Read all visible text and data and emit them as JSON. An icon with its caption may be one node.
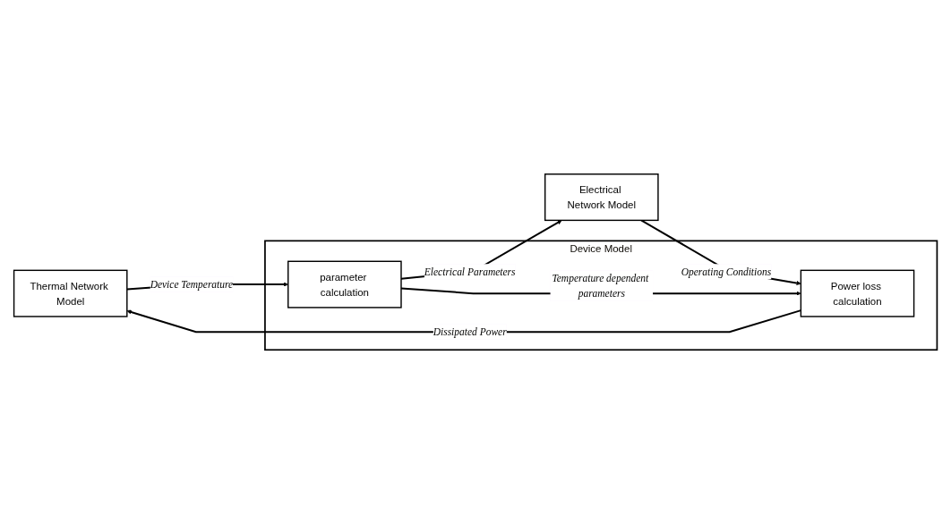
{
  "diagram": {
    "nodes": [
      {
        "text": [
          "Thermal Network Model"
        ]
      },
      {
        "text": [
          "Device Model"
        ]
      },
      {
        "text": [
          "parameter calculation"
        ],
        "in": 1
      },
      {
        "text": [
          "Power loss calculation"
        ],
        "in": 1
      },
      {
        "text": [
          "Electrical Network Model"
        ]
      }
    ],
    "edges": [
      {
        "from": 0,
        "to": 2,
        "arrow": "to",
        "label": "Device Temperature"
      },
      {
        "from": 2,
        "to": 4,
        "arrow": "to",
        "label": "Electrical Parameters"
      },
      {
        "from": 2,
        "to": 3,
        "arrow": "to",
        "label": "Temperature dependent parameters"
      },
      {
        "from": 4,
        "to": 3,
        "arrow": "to",
        "label": "Operating Conditions"
      },
      {
        "from": 3,
        "to": 0,
        "arrow": "to",
        "label": "Dissipated Power"
      }
    ]
  }
}
